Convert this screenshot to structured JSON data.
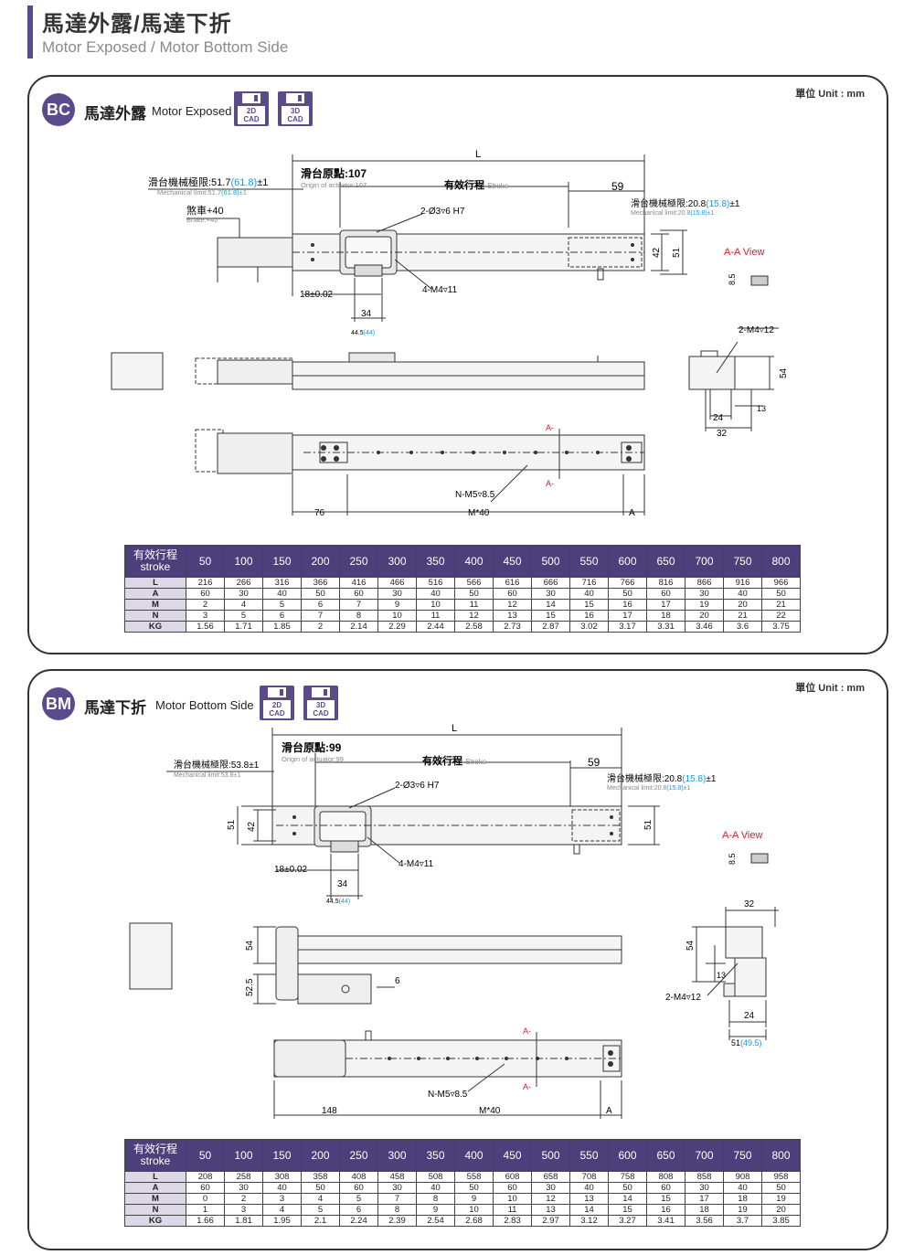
{
  "header": {
    "title": "馬達外露/馬達下折",
    "subtitle": "Motor Exposed / Motor Bottom Side"
  },
  "sections": [
    {
      "badge": "BC",
      "title": "馬達外露",
      "title_en": "Motor Exposed",
      "unit": "單位 Unit : mm",
      "cad": [
        {
          "top": "2D",
          "bottom": "CAD"
        },
        {
          "top": "3D",
          "bottom": "CAD"
        }
      ],
      "labels": {
        "L": "L",
        "origin": "滑台原點:107",
        "origin_en": "Origin of actuator:107",
        "mech_left": "滑台機械極限:51.7",
        "mech_left_paren": "(61.8)",
        "mech_left_tol": "±1",
        "mech_left_en": "Mechanical limit:51.7",
        "mech_left_en_paren": "(61.8)",
        "mech_left_en_tol": "±1",
        "brake": "煞車+40",
        "brake_en": "Brake:+40",
        "stroke": "有效行程",
        "stroke_en": "Stroke",
        "d59": "59",
        "mech_right": "滑台機械極限:20.8",
        "mech_right_paren": "(15.8)",
        "mech_right_tol": "±1",
        "mech_right_en": "Mechanical limit:20.8",
        "mech_right_en_paren": "(15.8)",
        "mech_right_en_tol": "±1",
        "hole": "2-Ø3▿6 H7",
        "m4": "4-M4▿11",
        "d18": "18±0.02",
        "d34": "34",
        "d445": "44.5",
        "d445p": "(44)",
        "d42": "42",
        "d51": "51",
        "aaview": "A-A View",
        "d85": "8.5",
        "m4b": "2-M4▿12",
        "d54": "54",
        "d13": "13",
        "d24": "24",
        "d32": "32",
        "A": "A-",
        "nm5": "N-M5▿8.5",
        "m40": "M*40",
        "d76": "76",
        "Aend": "A"
      },
      "table": {
        "head1": "有效行程",
        "head2": "stroke",
        "strokes": [
          "50",
          "100",
          "150",
          "200",
          "250",
          "300",
          "350",
          "400",
          "450",
          "500",
          "550",
          "600",
          "650",
          "700",
          "750",
          "800"
        ],
        "rows": [
          {
            "k": "L",
            "v": [
              "216",
              "266",
              "316",
              "366",
              "416",
              "466",
              "516",
              "566",
              "616",
              "666",
              "716",
              "766",
              "816",
              "866",
              "916",
              "966"
            ]
          },
          {
            "k": "A",
            "v": [
              "60",
              "30",
              "40",
              "50",
              "60",
              "30",
              "40",
              "50",
              "60",
              "30",
              "40",
              "50",
              "60",
              "30",
              "40",
              "50"
            ]
          },
          {
            "k": "M",
            "v": [
              "2",
              "4",
              "5",
              "6",
              "7",
              "9",
              "10",
              "11",
              "12",
              "14",
              "15",
              "16",
              "17",
              "19",
              "20",
              "21"
            ]
          },
          {
            "k": "N",
            "v": [
              "3",
              "5",
              "6",
              "7",
              "8",
              "10",
              "11",
              "12",
              "13",
              "15",
              "16",
              "17",
              "18",
              "20",
              "21",
              "22"
            ]
          },
          {
            "k": "KG",
            "v": [
              "1.56",
              "1.71",
              "1.85",
              "2",
              "2.14",
              "2.29",
              "2.44",
              "2.58",
              "2.73",
              "2.87",
              "3.02",
              "3.17",
              "3.31",
              "3.46",
              "3.6",
              "3.75"
            ]
          }
        ]
      }
    },
    {
      "badge": "BM",
      "title": "馬達下折",
      "title_en": "Motor Bottom Side",
      "unit": "單位 Unit : mm",
      "cad": [
        {
          "top": "2D",
          "bottom": "CAD"
        },
        {
          "top": "3D",
          "bottom": "CAD"
        }
      ],
      "labels": {
        "L": "L",
        "origin": "滑台原點:99",
        "origin_en": "Origin of actuator:99",
        "mech_left": "滑台機械極限:53.8±1",
        "mech_left_en": "Mechanical limit:53.8±1",
        "stroke": "有效行程",
        "stroke_en": "Stroke",
        "d59": "59",
        "mech_right": "滑台機械極限:20.8",
        "mech_right_paren": "(15.8)",
        "mech_right_tol": "±1",
        "mech_right_en": "Mechanical limit:20.8",
        "mech_right_en_paren": "(15.8)",
        "mech_right_en_tol": "±1",
        "hole": "2-Ø3▿6 H7",
        "m4": "4-M4▿11",
        "d18": "18±0.02",
        "d34": "34",
        "d445": "44.5",
        "d445p": "(44)",
        "d51": "51",
        "d42": "42",
        "d51r": "51",
        "aaview": "A-A View",
        "d85": "8.5",
        "d32": "32",
        "d54": "54",
        "d13": "13",
        "m4b": "2-M4▿12",
        "d24": "24",
        "d51b": "51",
        "d51bp": "(49.5)",
        "d54s": "54",
        "d525": "52.5",
        "d6": "6",
        "A": "A-",
        "nm5": "N-M5▿8.5",
        "m40": "M*40",
        "d148": "148",
        "Aend": "A"
      },
      "table": {
        "head1": "有效行程",
        "head2": "stroke",
        "strokes": [
          "50",
          "100",
          "150",
          "200",
          "250",
          "300",
          "350",
          "400",
          "450",
          "500",
          "550",
          "600",
          "650",
          "700",
          "750",
          "800"
        ],
        "rows": [
          {
            "k": "L",
            "v": [
              "208",
              "258",
              "308",
              "358",
              "408",
              "458",
              "508",
              "558",
              "608",
              "658",
              "708",
              "758",
              "808",
              "858",
              "908",
              "958"
            ]
          },
          {
            "k": "A",
            "v": [
              "60",
              "30",
              "40",
              "50",
              "60",
              "30",
              "40",
              "50",
              "60",
              "30",
              "40",
              "50",
              "60",
              "30",
              "40",
              "50"
            ]
          },
          {
            "k": "M",
            "v": [
              "0",
              "2",
              "3",
              "4",
              "5",
              "7",
              "8",
              "9",
              "10",
              "12",
              "13",
              "14",
              "15",
              "17",
              "18",
              "19"
            ]
          },
          {
            "k": "N",
            "v": [
              "1",
              "3",
              "4",
              "5",
              "6",
              "8",
              "9",
              "10",
              "11",
              "13",
              "14",
              "15",
              "16",
              "18",
              "19",
              "20"
            ]
          },
          {
            "k": "KG",
            "v": [
              "1.66",
              "1.81",
              "1.95",
              "2.1",
              "2.24",
              "2.39",
              "2.54",
              "2.68",
              "2.83",
              "2.97",
              "3.12",
              "3.27",
              "3.41",
              "3.56",
              "3.7",
              "3.85"
            ]
          }
        ]
      }
    }
  ]
}
